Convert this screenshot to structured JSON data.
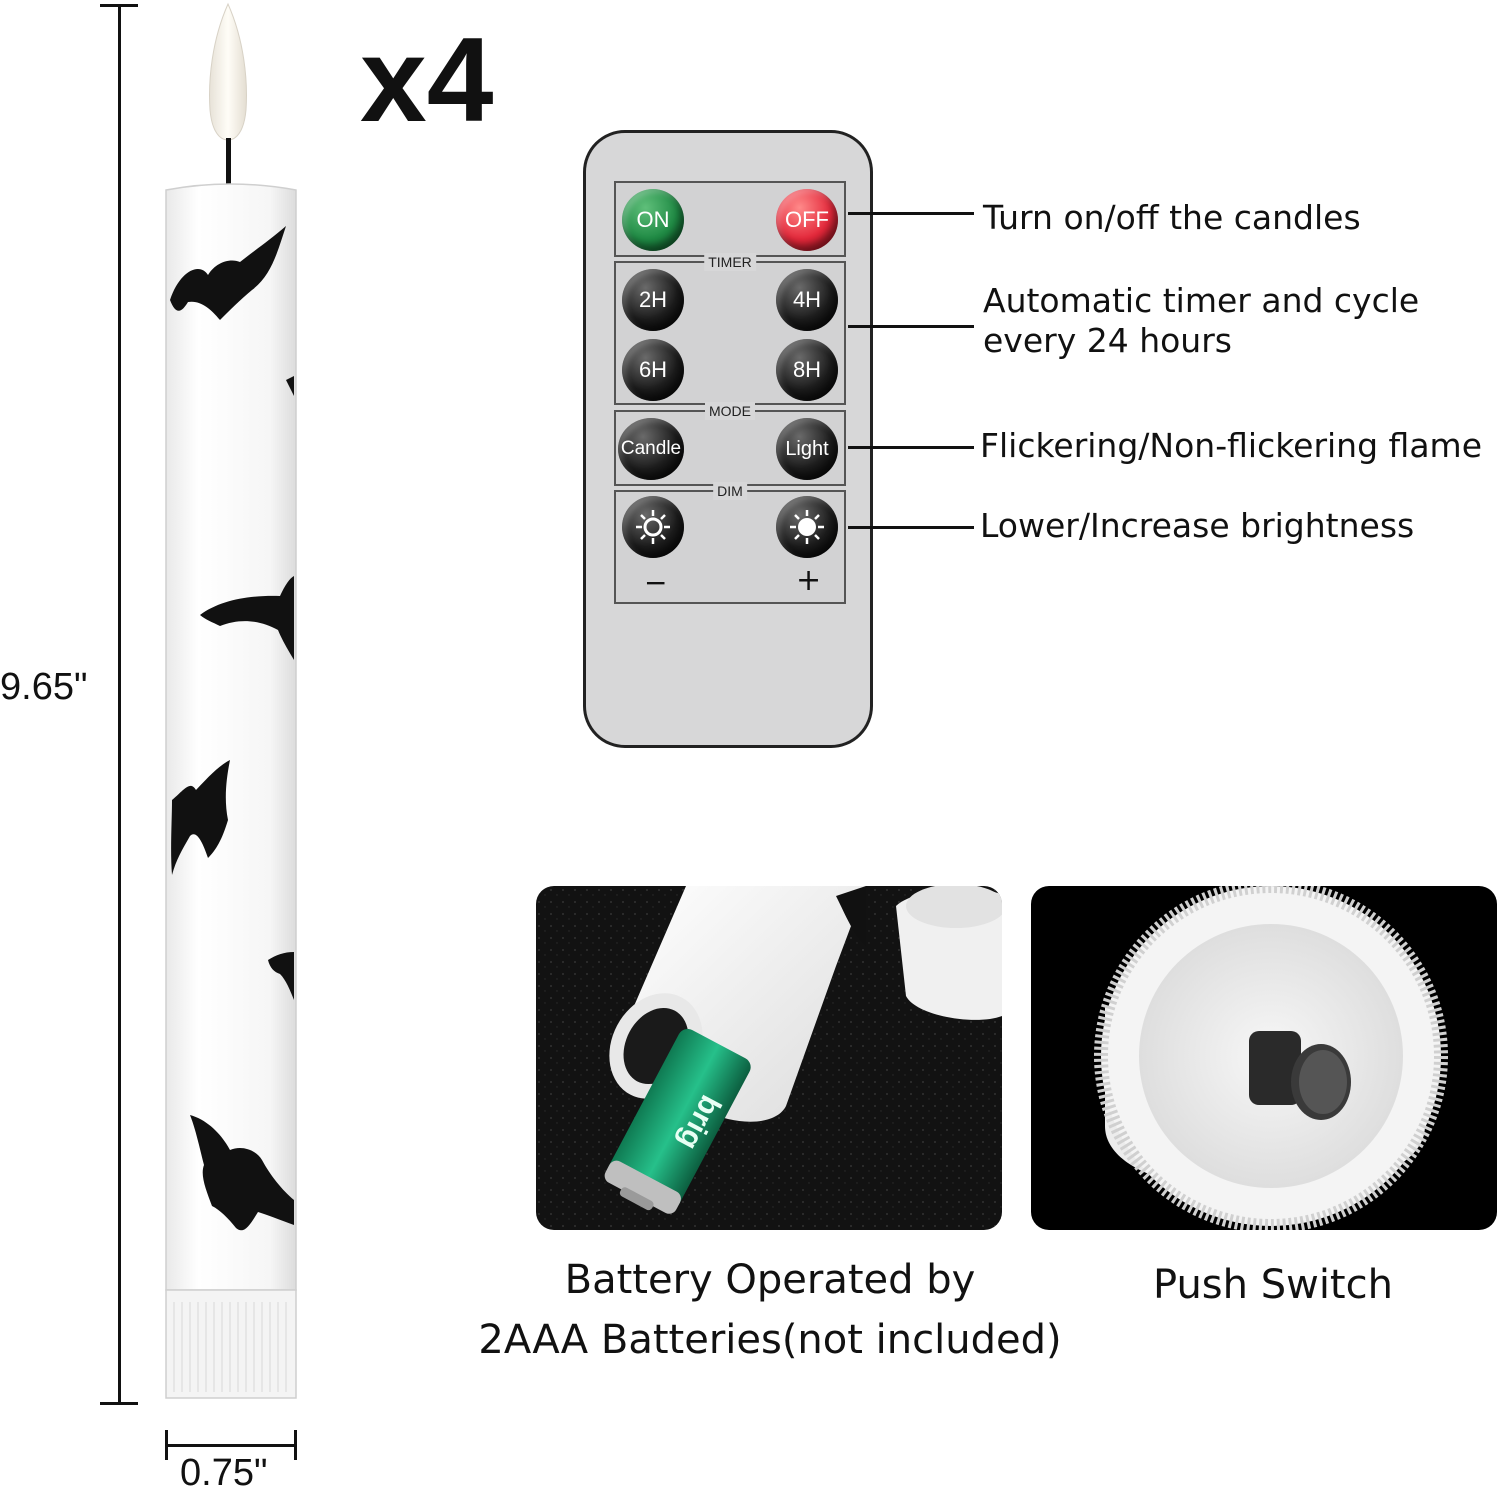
{
  "quantity_label": "x4",
  "dimensions": {
    "height": "9.65\"",
    "width": "0.75\""
  },
  "remote": {
    "power": {
      "on": "ON",
      "off": "OFF"
    },
    "timer": {
      "label": "TIMER",
      "buttons": [
        "2H",
        "4H",
        "6H",
        "8H"
      ]
    },
    "mode": {
      "label": "MODE",
      "buttons": [
        "Candle",
        "Light"
      ]
    },
    "dim": {
      "label": "DIM",
      "minus": "−",
      "plus": "+"
    }
  },
  "callouts": {
    "power": "Turn on/off the candles",
    "timer_line1": "Automatic timer and cycle",
    "timer_line2": "every 24 hours",
    "mode": "Flickering/Non-flickering flame",
    "dim": "Lower/Increase brightness"
  },
  "captions": {
    "battery_line1": "Battery Operated by",
    "battery_line2": "2AAA Batteries(not included)",
    "switch": "Push Switch"
  },
  "colors": {
    "on_button": "#1f8a44",
    "off_button": "#e3283a",
    "remote_body": "#d7d7d8",
    "battery": "#1aa06a"
  }
}
